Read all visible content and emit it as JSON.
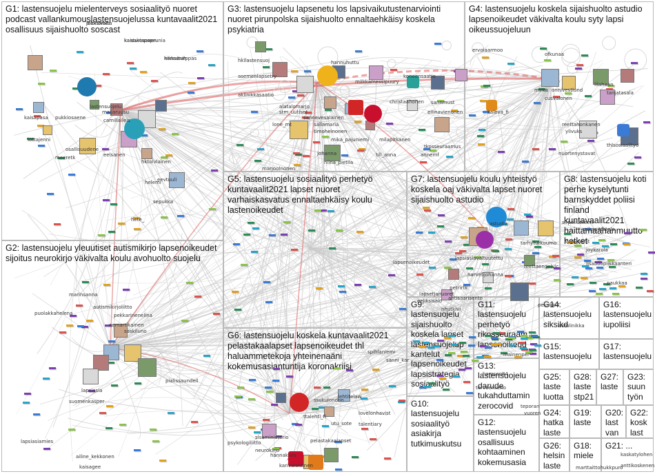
{
  "groups": [
    {
      "id": "G1",
      "text": "G1: lastensuojelu mielenterveys sosiaalityö nuoret podcast vallankumouslastensuojelussa kuntavaalit2021 osallisuus sijaishuolto soscast"
    },
    {
      "id": "G3",
      "text": "G3: lastensuojelu lapsenetu los lapsivaikutustenarviointi nuoret pirunpolska sijaishuolto ennaltaehkäisy koskela psykiatria"
    },
    {
      "id": "G4",
      "text": "G4: lastensuojelu koskela sijaishuolto astudio lapsenoikeudet väkivalta koulu syty lapsi oikeussuojeluun"
    },
    {
      "id": "G5",
      "text": "G5: lastensuojelu sosiaalityö perhetyö kuntavaalit2021 lapset nuoret varhaiskasvatus ennaltaehkäisy koulu lastenoikeudet"
    },
    {
      "id": "G7",
      "text": "G7: lastensuojelu koulu yhteistyö koskela oaj väkivalta lapset nuoret sijaishuolto astudio"
    },
    {
      "id": "G8",
      "text": "G8: lastensuojelu koti perhe kyselytunti barnskyddet poliisi finland kuntavaalit2021 haittamaahanmuutto hetket"
    },
    {
      "id": "G2",
      "text": "G2: lastensuojelu yleuutiset autismikirjo lapsenoikeudet sijoitus neurokirjo väkivalta koulu avohuolto suojelu"
    },
    {
      "id": "G6",
      "text": "G6: lastensuojelu koskela kuntavaalit2021 pelastakaalapset lapsenoikeudet thl haluammetekoja yhteinenaäni kokemusasiantuntija koronakriisi"
    },
    {
      "id": "G9",
      "text": "G9: lastensuojelu sijaishuolto koskela lapset lastensuojelup kantelut lapsenoikeudet lapsistrategia sosiaalityö"
    },
    {
      "id": "G11",
      "text": "G11: lastensuojelu perhetyö rikosseuraam lapsenoikeud"
    },
    {
      "id": "G14",
      "text": "G14: lastensuojelu siksikd"
    },
    {
      "id": "G16",
      "text": "G16: lastensuojelu iupoliisi"
    },
    {
      "id": "G15",
      "text": "G15: lastensuojelu"
    },
    {
      "id": "G17",
      "text": "G17: lastensuojelu"
    },
    {
      "id": "G13",
      "text": "G13: lastensuojelu darude tukahduttamin zerocovid"
    },
    {
      "id": "G25",
      "text": "G25: laste luotta"
    },
    {
      "id": "G28",
      "text": "G28: laste stp21"
    },
    {
      "id": "G27",
      "text": "G27: laste"
    },
    {
      "id": "G23",
      "text": "G23: suun työn"
    },
    {
      "id": "G10",
      "text": "G10: lastensuojelu sosiaalityö asiakirja tutkimuskutsu"
    },
    {
      "id": "G24",
      "text": "G24: hatka laste"
    },
    {
      "id": "G19",
      "text": "G19: laste"
    },
    {
      "id": "G20",
      "text": "G20: last van"
    },
    {
      "id": "G22",
      "text": "G22: kosk last"
    },
    {
      "id": "G12",
      "text": "G12: lastensuojelu osallisuus kohtaaminen kokemusasia"
    },
    {
      "id": "G26",
      "text": "G26: helsin laste"
    },
    {
      "id": "G18",
      "text": "G18: miele"
    },
    {
      "id": "G21",
      "text": "G21: ..."
    }
  ],
  "node_labels": [
    "aleksivalta",
    "hennanih",
    "kaisakosonen",
    "lastensuojelu",
    "pukkiosaene",
    "kaisapasa",
    "camillaileis",
    "maijaruusu",
    "lottajenni",
    "osallisuudene",
    "meeretk",
    "eelsanen",
    "hktolvlainen",
    "helemi",
    "eevtuuli",
    "sepukka",
    "hete_",
    "hkilastensuoj",
    "asemenlapsetry",
    "aklinikkasaatio",
    "alatalomarjo",
    "stm_uutiset",
    "sannevesalainen",
    "sallamaria",
    "timoheinonen",
    "lone_mt",
    "johanna",
    "marjoolnonen",
    "niina_pietila",
    "mika_pajuniemi",
    "milapltkanen",
    "till_anna",
    "tkosseuraamus",
    "annemf",
    "ellinavienonen",
    "sannmust",
    "christaahonen",
    "hannuhuttu",
    "koneensaatio",
    "miikkamessipuury",
    "ervoiaarmoo",
    "cusvalonen",
    "tanjatasala",
    "ofkunaa",
    "mirka",
    "onnivestlund",
    "kaleva_fi",
    "ylivuks",
    "reettahonkanen",
    "nuortenystavat",
    "thlsosiaalityo",
    "lilahaan",
    "lapsenoikeudet",
    "astudio",
    "lapsiasiavaltuutettu",
    "tarhyturkuumo",
    "reettaengelvic",
    "petrirtk",
    "harvelijohanna",
    "ahtisaarisento",
    "eeliksisalo",
    "nhutkivi",
    "lapsetjanuoret",
    "sirpaliutkeeri",
    "tusnmahit",
    "mikanittatela",
    "joykarola",
    "lisaboopiikkaanteri",
    "paukkaa",
    "marinsanna",
    "autismikirjoliitto",
    "puolakkahelena",
    "pialissaundell",
    "suomenkasper",
    "lapsiasia",
    "pekkarinenelina",
    "eemartikainen",
    "saskiluno",
    "lapsiasiamies",
    "ailine_kekkonen",
    "kaisagee",
    "sisaministerio",
    "neurokirjo",
    "hannakivis",
    "karivalokonen",
    "psykologiliitto",
    "ttalehti_fi",
    "ssukulondon",
    "pelastakaalapset",
    "utu_sote",
    "talentiary",
    "lovelonhavist",
    "lehtitelaw",
    "spihlaniemi",
    "sanni_kar",
    "marttaittohukkpuro",
    "kaskatylohen",
    "anttikoskenen",
    "akmlinikka",
    "pekukki4",
    "teporan",
    "vuoren",
    "mainenper",
    "hamsen84",
    "terveenkeno",
    "jalonomer",
    "kikkuiturppas",
    "kaaturiapaprunia"
  ],
  "colors": {
    "edge": "#c9c9c9",
    "edge_strong": "#e05a5a",
    "box_border": "#b9b9b9",
    "tick_palette": [
      "#2e8b57",
      "#d9534f",
      "#3a7bd5",
      "#e0a020",
      "#7b3fb0",
      "#8bc34a",
      "#29a3c6"
    ]
  }
}
